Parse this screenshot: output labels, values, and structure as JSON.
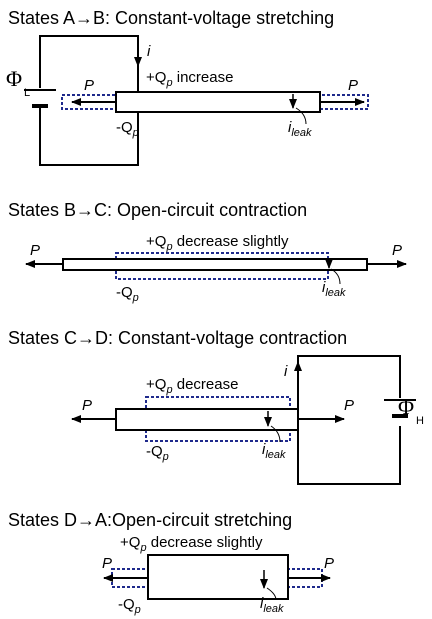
{
  "colors": {
    "line": "#000000",
    "dashed_charge_region": "#1f2a8c",
    "background": "#ffffff"
  },
  "panels": {
    "ab": {
      "title": "States A→B: Constant-voltage stretching",
      "current_label": "i",
      "force_label": "P",
      "charge_top_prefix": "+Q",
      "charge_top_sub": "p",
      "charge_top_suffix": " increase",
      "charge_bottom_prefix": "-Q",
      "charge_bottom_sub": "p",
      "leak_main": "i",
      "leak_sub": "leak",
      "source_symbol": "Φ",
      "source_sub": "L"
    },
    "bc": {
      "title": "States B→C: Open-circuit contraction",
      "force_label": "P",
      "charge_top_prefix": "+Q",
      "charge_top_sub": "p",
      "charge_top_suffix": " decrease slightly",
      "charge_bottom_prefix": "-Q",
      "charge_bottom_sub": "p",
      "leak_main": "i",
      "leak_sub": "leak"
    },
    "cd": {
      "title": "States C→D: Constant-voltage contraction",
      "current_label": "i",
      "force_label": "P",
      "charge_top_prefix": "+Q",
      "charge_top_sub": "p",
      "charge_top_suffix": " decrease",
      "charge_bottom_prefix": "-Q",
      "charge_bottom_sub": "p",
      "leak_main": "i",
      "leak_sub": "leak",
      "source_symbol": "Φ",
      "source_sub": "H"
    },
    "da": {
      "title": "States D→A:Open-circuit stretching",
      "force_label": "P",
      "charge_top_prefix": "+Q",
      "charge_top_sub": "p",
      "charge_top_suffix": " decrease slightly",
      "charge_bottom_prefix": "-Q",
      "charge_bottom_sub": "p",
      "leak_main": "i",
      "leak_sub": "leak"
    }
  }
}
